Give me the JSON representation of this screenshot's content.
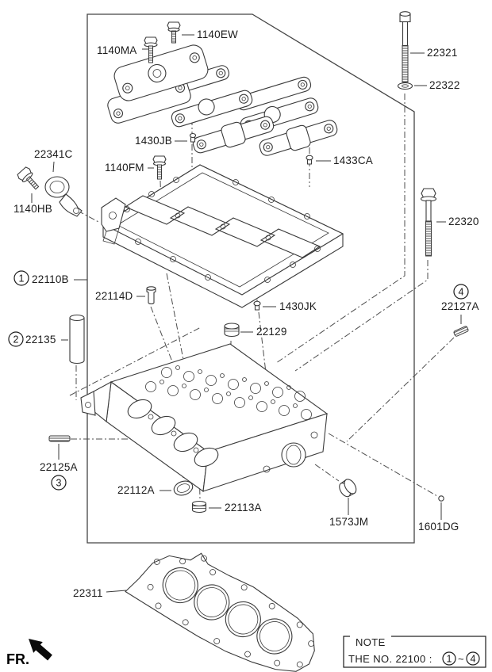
{
  "diagram_title": "Cylinder head exploded parts diagram",
  "colors": {
    "line": "#3a3a3a",
    "text": "#1b1b1b",
    "background": "#ffffff"
  },
  "labels": {
    "n1140MA": "1140MA",
    "n1140EW": "1140EW",
    "n22321": "22321",
    "n22322": "22322",
    "n1430JB": "1430JB",
    "n1433CA": "1433CA",
    "n22341C": "22341C",
    "n1140FM": "1140FM",
    "n1140HB": "1140HB",
    "n22320": "22320",
    "n22110B": "22110B",
    "n22114D": "22114D",
    "n1430JK": "1430JK",
    "n22129": "22129",
    "n22127A": "22127A",
    "n22135": "22135",
    "n22125A": "22125A",
    "n22112A": "22112A",
    "n22113A": "22113A",
    "n1573JM": "1573JM",
    "n1601DG": "1601DG",
    "n22311": "22311"
  },
  "callouts": {
    "c1": "1",
    "c2": "2",
    "c3": "3",
    "c4": "4"
  },
  "fr": {
    "label": "FR."
  },
  "note": {
    "title": "NOTE",
    "body": "THE NO. 22100 :",
    "range_start": "1",
    "range_sep": "~",
    "range_end": "4"
  }
}
